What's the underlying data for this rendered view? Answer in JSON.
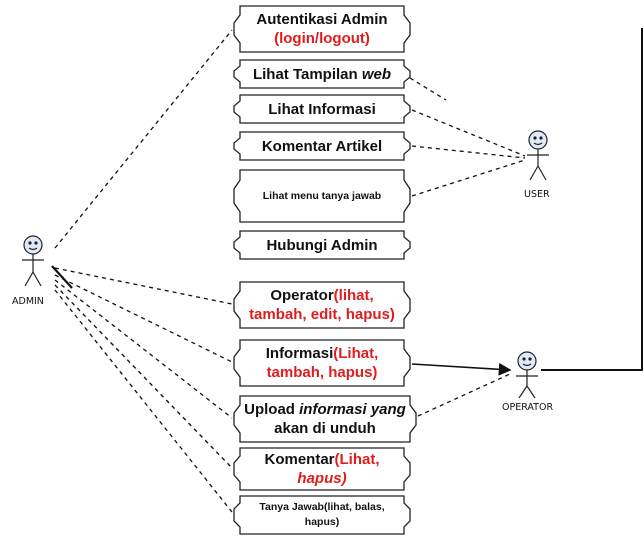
{
  "actors": {
    "admin": "ADMIN",
    "user": "USER",
    "operator": "OPERATOR"
  },
  "use_cases": {
    "auth_l1": "Autentikasi Admin",
    "auth_l2": "(login/logout)",
    "tampilan_a": "Lihat Tampilan ",
    "tampilan_b": "web",
    "informasi": "Lihat Informasi",
    "komentar": "Komentar Artikel",
    "tanya_jawab": "Lihat menu tanya jawab",
    "hubungi": "Hubungi Admin",
    "operator_a": "Operator",
    "operator_b": "(lihat,",
    "operator_l2": "tambah, edit, hapus)",
    "info_a": "Informasi",
    "info_b": "(Lihat,",
    "info_l2": "tambah, hapus)",
    "upload_a": "Upload ",
    "upload_b": "informasi yang",
    "upload_l2": "akan di unduh",
    "komentar2_a": "Komentar",
    "komentar2_b": "(Lihat,",
    "komentar2_l2": "hapus)",
    "tanya_l1": "Tanya Jawab(lihat, balas,",
    "tanya_l2": "hapus)"
  },
  "colors": {
    "highlight": "#e01d1d",
    "ink": "#111111"
  }
}
